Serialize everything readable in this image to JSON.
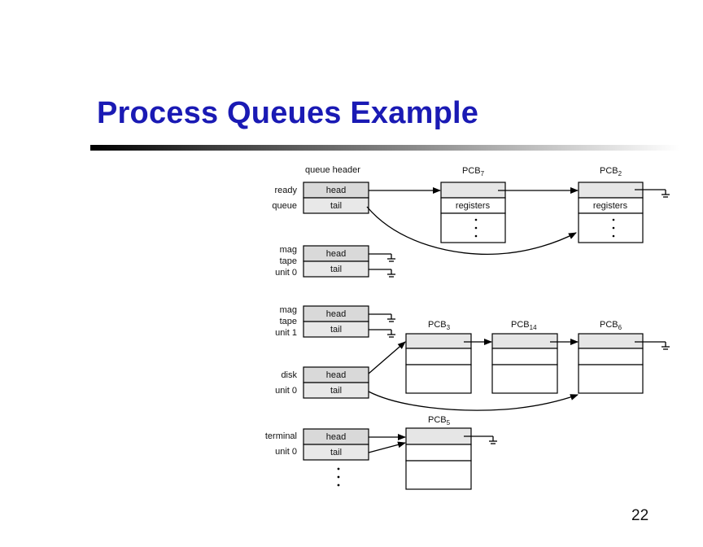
{
  "slide": {
    "title": "Process Queues Example",
    "page_number": "22",
    "title_color": "#1a1ab4"
  },
  "diagram": {
    "queue_header_label": "queue header",
    "head_label": "head",
    "tail_label": "tail",
    "registers_label": "registers",
    "queues": [
      {
        "line1": "ready",
        "line2": "queue"
      },
      {
        "line1": "mag",
        "line2": "tape",
        "line3": "unit 0"
      },
      {
        "line1": "mag",
        "line2": "tape",
        "line3": "unit 1"
      },
      {
        "line1": "disk",
        "line2": "unit 0"
      },
      {
        "line1": "terminal",
        "line2": "unit 0"
      }
    ],
    "pcbs": [
      {
        "base": "PCB",
        "sub": "7"
      },
      {
        "base": "PCB",
        "sub": "2"
      },
      {
        "base": "PCB",
        "sub": "3"
      },
      {
        "base": "PCB",
        "sub": "14"
      },
      {
        "base": "PCB",
        "sub": "6"
      },
      {
        "base": "PCB",
        "sub": "5"
      }
    ],
    "colors": {
      "queue_cell": "#d9d9d9",
      "pcb_header": "#e6e6e6",
      "line": "#000000"
    }
  }
}
